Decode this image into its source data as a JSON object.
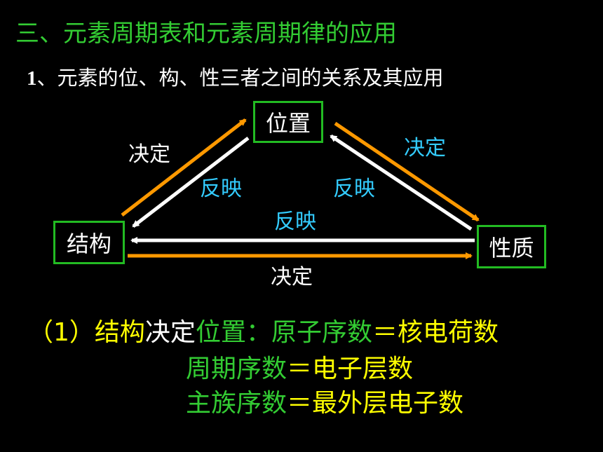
{
  "title": "三、元素周期表和元素周期律的应用",
  "subtitle": {
    "number": "1",
    "text": "、元素的位、构、性三者之间的关系及其应用"
  },
  "diagram": {
    "nodes": {
      "position": "位置",
      "structure": "结构",
      "property": "性质"
    },
    "labels": {
      "left_decide": "决定",
      "left_reflect": "反映",
      "right_decide": "决定",
      "right_reflect": "反映",
      "bottom_reflect": "反映",
      "bottom_decide": "决定"
    }
  },
  "rules": {
    "line1": {
      "prefix": "（1）",
      "a": "结构",
      "b": "决定",
      "c": "位置",
      "d": "：原子序数",
      "e": "＝核电荷数"
    },
    "line2": {
      "a": "周期序数",
      "b": "＝电子层数"
    },
    "line3": {
      "a": "主族序数",
      "b": "＝最外层电子数"
    }
  },
  "colors": {
    "green": "#33cc33",
    "cyan": "#33ccff",
    "orange": "#ff9900",
    "yellow": "#ffff00",
    "white": "#ffffff"
  }
}
